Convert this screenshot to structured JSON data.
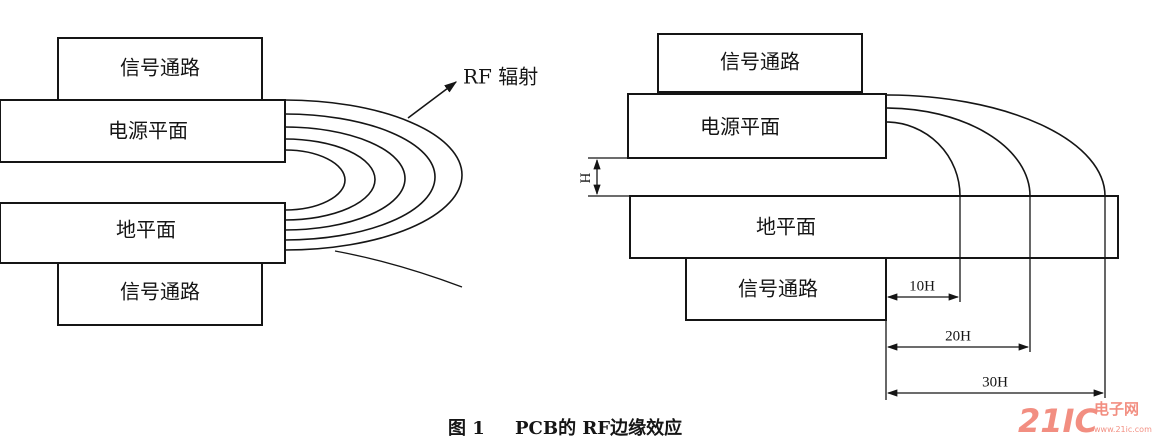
{
  "left_diagram": {
    "top_signal": "信号通路",
    "power_plane": "电源平面",
    "ground_plane": "地平面",
    "bottom_signal": "信号通路",
    "rf_label": "RF 辐射"
  },
  "right_diagram": {
    "top_signal": "信号通路",
    "power_plane": "电源平面",
    "ground_plane": "地平面",
    "bottom_signal": "信号通路",
    "gap_label": "H",
    "dimensions": [
      "10H",
      "20H",
      "30H"
    ]
  },
  "caption": {
    "figure": "图 1",
    "title": "PCB的 RF边缘效应"
  },
  "watermark": {
    "brand": "21IC",
    "tag": "电子网",
    "url": "www.21ic.com"
  },
  "colors": {
    "line": "#151515",
    "watermark": "#e8331c"
  }
}
